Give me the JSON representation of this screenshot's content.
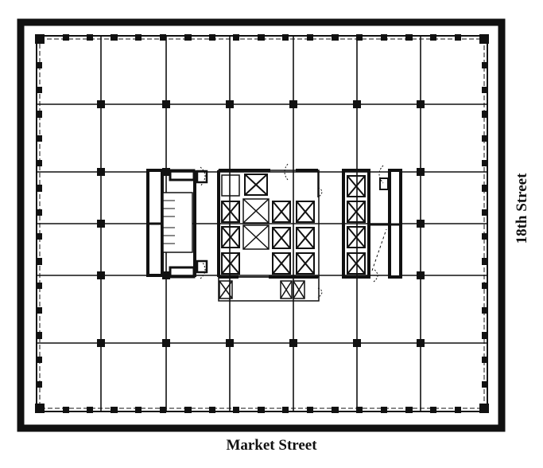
{
  "diagram": {
    "type": "architectural-floor-plan",
    "labels": {
      "bottom_street": "Market Street",
      "right_street": "18th Street"
    },
    "colors": {
      "ink": "#111111",
      "paper": "#ffffff"
    },
    "grid": {
      "vertical_lines_x": [
        127,
        209,
        289,
        369,
        449,
        529
      ],
      "horizontal_lines_y": [
        131,
        216,
        281,
        346,
        431
      ]
    },
    "core": {
      "elevator_cars_center_bank": 12,
      "elevator_cars_right_bank": 4,
      "service_elevators": 3,
      "stairs": 2,
      "restrooms": 2
    }
  }
}
